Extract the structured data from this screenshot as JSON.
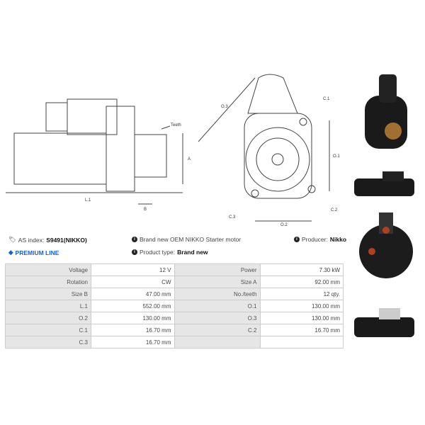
{
  "drawing_labels": {
    "teeth": "Teeth",
    "a": "A",
    "l1": "L.1",
    "b": "B",
    "o1": "O.1",
    "o2": "O.2",
    "o3": "O.3",
    "c1": "C.1",
    "c2": "C.2",
    "c3": "C.3"
  },
  "info": {
    "as_index_label": "AS index:",
    "as_index_value": "S9491(NIKKO)",
    "premium": "PREMIUM LINE",
    "description": "Brand new OEM NIKKO Starter motor",
    "product_type_label": "Product type:",
    "product_type_value": "Brand new",
    "producer_label": "Producer:",
    "producer_value": "Nikko"
  },
  "specs": [
    [
      "Voltage",
      "12 V",
      "Power",
      "7.30 kW"
    ],
    [
      "Rotation",
      "CW",
      "Size A",
      "92.00 mm"
    ],
    [
      "Size B",
      "47.00 mm",
      "No./teeth",
      "12 qty."
    ],
    [
      "L.1",
      "552.00 mm",
      "O.1",
      "130.00 mm"
    ],
    [
      "O.2",
      "130.00 mm",
      "O.3",
      "130.00 mm"
    ],
    [
      "C.1",
      "16.70 mm",
      "C.2",
      "16.70 mm"
    ],
    [
      "C.3",
      "16.70 mm",
      "",
      ""
    ]
  ],
  "colors": {
    "premium": "#1a5fd0"
  }
}
